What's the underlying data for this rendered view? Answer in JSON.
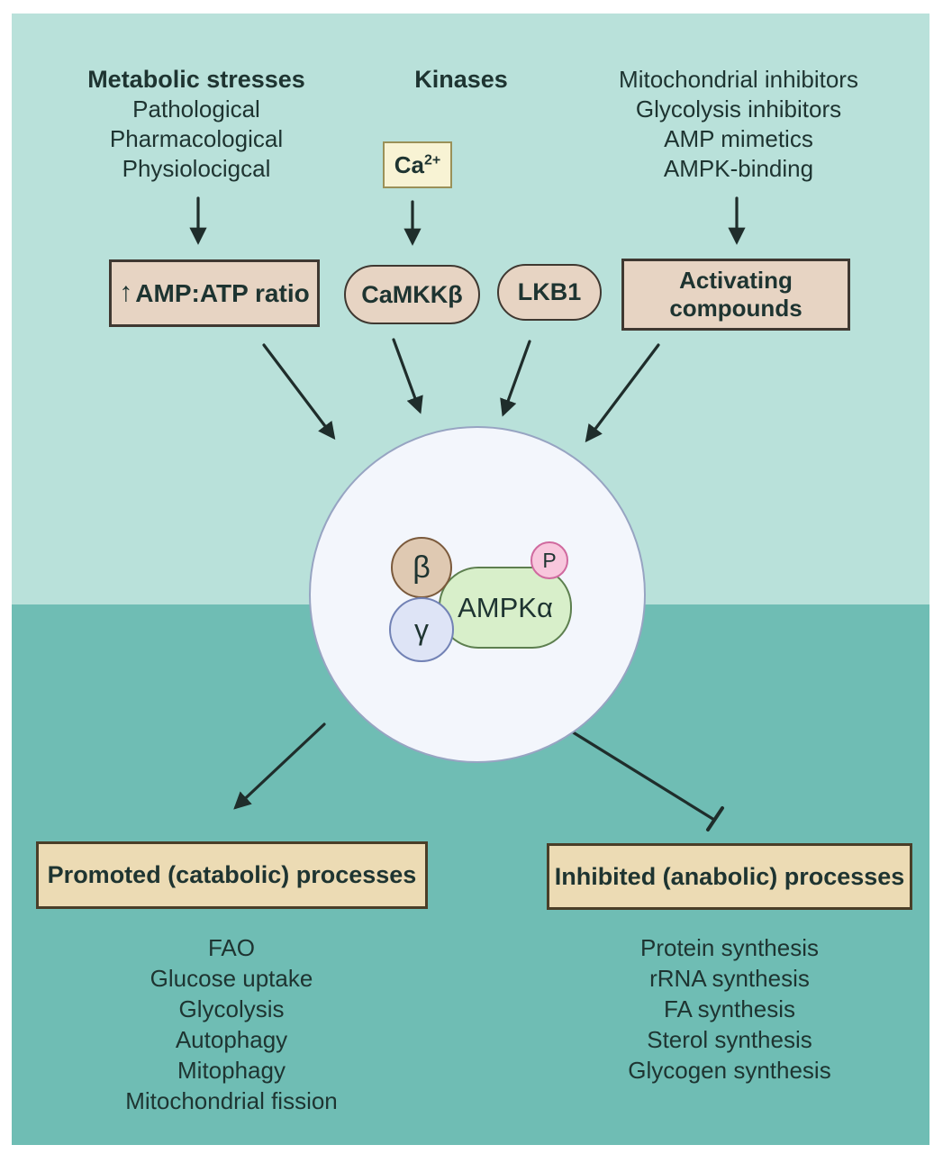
{
  "diagram": {
    "top_left": {
      "title": "Metabolic stresses",
      "items": [
        "Pathological",
        "Pharmacological",
        "Physiolocigcal"
      ]
    },
    "top_center": {
      "title": "Kinases",
      "ca_base": "Ca",
      "ca_sup": "2+"
    },
    "top_right": {
      "items": [
        "Mitochondrial inhibitors",
        "Glycolysis inhibitors",
        "AMP mimetics",
        "AMPK-binding"
      ]
    },
    "nodes": {
      "amp_atp_arrow": "↑",
      "amp_atp": "AMP:ATP ratio",
      "camkk": "CaMKKβ",
      "lkb1": "LKB1",
      "activating_line1": "Activating",
      "activating_line2": "compounds",
      "ampk_alpha": "AMPKα",
      "beta": "β",
      "gamma": "γ",
      "phospho": "P"
    },
    "bottom_left": {
      "title": "Promoted (catabolic) processes",
      "items": [
        "FAO",
        "Glucose uptake",
        "Glycolysis",
        "Autophagy",
        "Mitophagy",
        "Mitochondrial fission"
      ]
    },
    "bottom_right": {
      "title": "Inhibited (anabolic) processes",
      "items": [
        "Protein synthesis",
        "rRNA synthesis",
        "FA synthesis",
        "Sterol synthesis",
        "Glycogen synthesis"
      ]
    },
    "colors": {
      "bg_upper": "#b9e1da",
      "bg_lower": "#6fbdb4",
      "node_box_fill": "#e7d4c3",
      "node_box_border": "#3f3831",
      "ca_fill": "#f8f3d4",
      "ca_border": "#9a9158",
      "process_box_fill": "#ecdbb4",
      "process_box_border": "#4a3e28",
      "circle_fill": "#f3f6fc",
      "circle_border": "#97a4c2",
      "ampk_pill_fill": "#d8efca",
      "ampk_pill_border": "#5d7f4f",
      "beta_fill": "#dfc9b2",
      "beta_border": "#7b5a3c",
      "gamma_fill": "#dee4f6",
      "gamma_border": "#7282b5",
      "p_fill": "#f8c7dd",
      "p_border": "#d06a9f",
      "arrow": "#1f2d2b",
      "text": "#1e3431"
    }
  }
}
